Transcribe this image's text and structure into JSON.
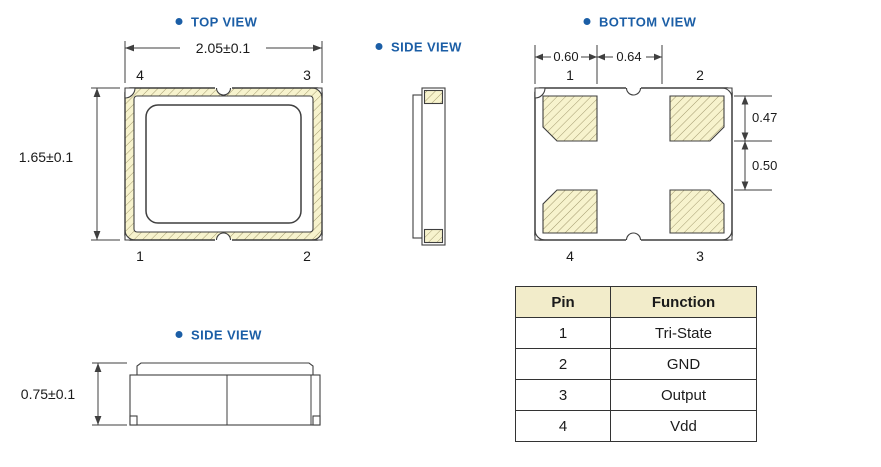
{
  "colors": {
    "accent_blue": "#1b5ea6",
    "line": "#3f3f3f",
    "hatch_fill": "#f7f3cd",
    "hatch_stroke": "#a39a6e",
    "table_header_bg": "#f2ecca",
    "text": "#1a1a1a"
  },
  "top_view": {
    "label": "TOP VIEW",
    "width_dim": "2.05±0.1",
    "height_dim": "1.65±0.1",
    "pin_top_left": "4",
    "pin_top_right": "3",
    "pin_bottom_left": "1",
    "pin_bottom_right": "2"
  },
  "side_view_top": {
    "label": "SIDE VIEW"
  },
  "bottom_view": {
    "label": "BOTTOM VIEW",
    "dim_top_left": "0.60",
    "dim_top_right": "0.64",
    "dim_right_upper": "0.47",
    "dim_right_lower": "0.50",
    "pin_top_left": "1",
    "pin_top_right": "2",
    "pin_bottom_left": "4",
    "pin_bottom_right": "3"
  },
  "side_view_bottom": {
    "label": "SIDE VIEW",
    "height_dim": "0.75±0.1"
  },
  "pin_table": {
    "headers": [
      "Pin",
      "Function"
    ],
    "rows": [
      {
        "pin": "1",
        "function": "Tri-State"
      },
      {
        "pin": "2",
        "function": "GND"
      },
      {
        "pin": "3",
        "function": "Output"
      },
      {
        "pin": "4",
        "function": "Vdd"
      }
    ]
  }
}
